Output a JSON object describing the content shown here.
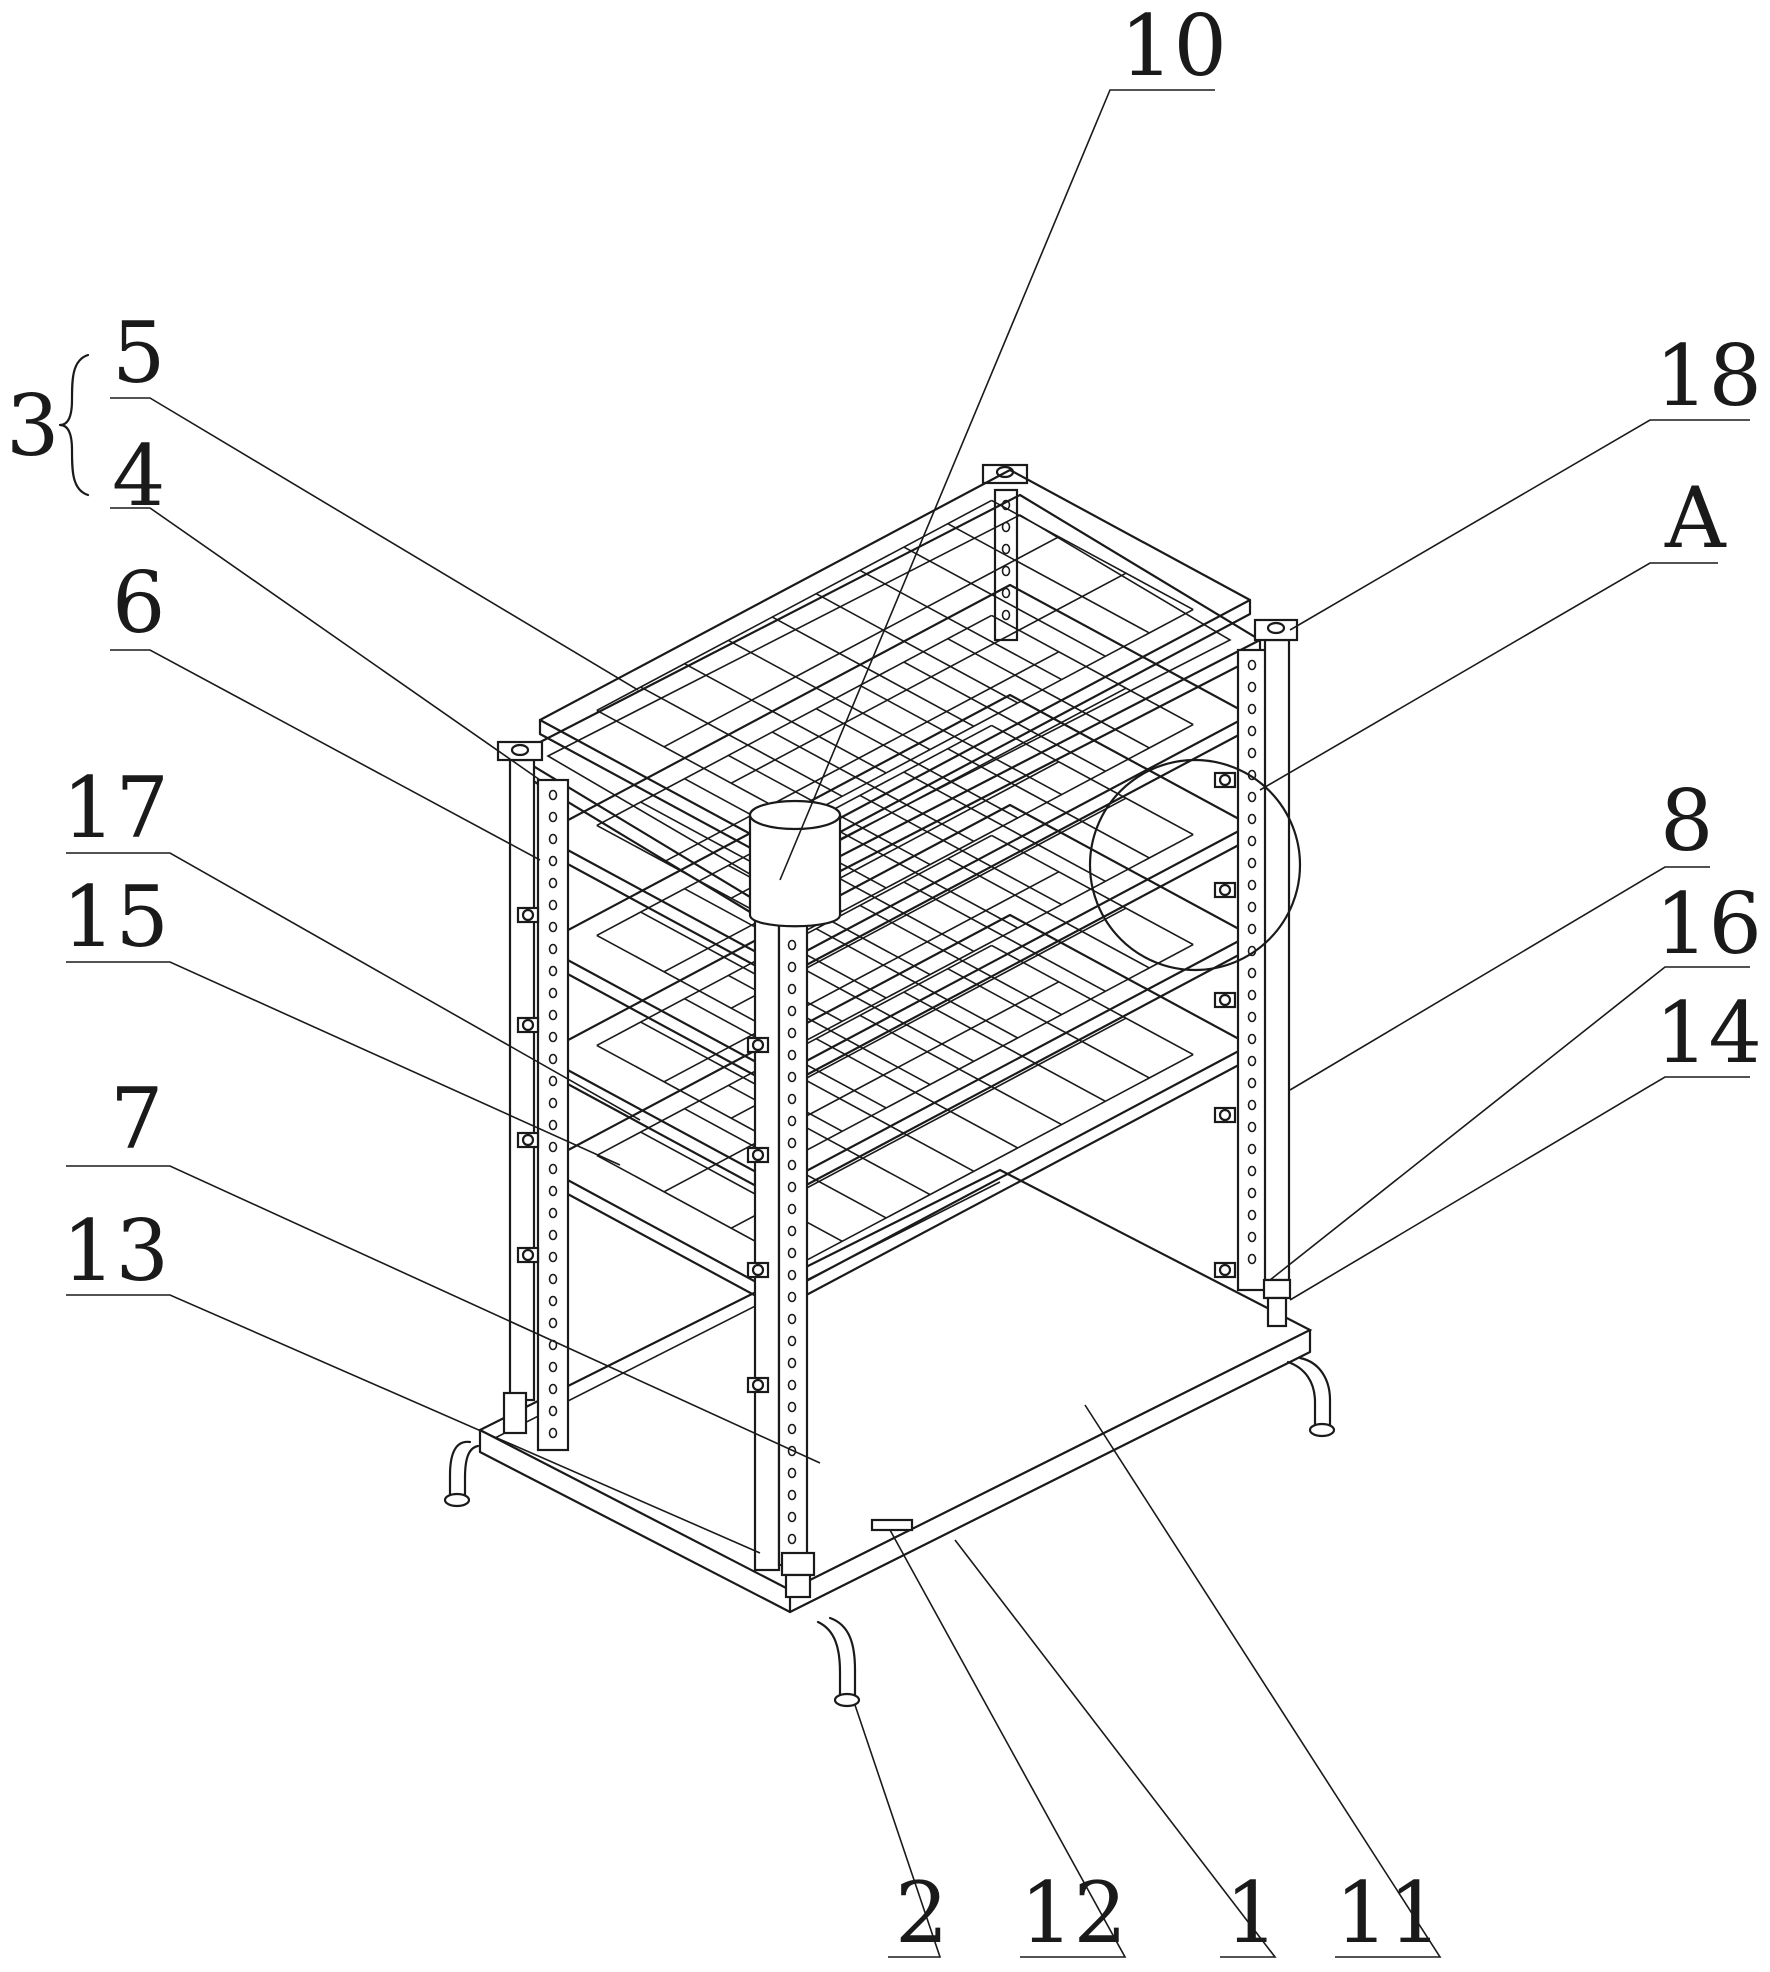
{
  "figure": {
    "labels": [
      {
        "id": "callout-10",
        "text": "10"
      },
      {
        "id": "callout-5",
        "text": "5"
      },
      {
        "id": "callout-4",
        "text": "4"
      },
      {
        "id": "callout-3",
        "text": "3"
      },
      {
        "id": "callout-6",
        "text": "6"
      },
      {
        "id": "callout-17",
        "text": "17"
      },
      {
        "id": "callout-15",
        "text": "15"
      },
      {
        "id": "callout-7",
        "text": "7"
      },
      {
        "id": "callout-13",
        "text": "13"
      },
      {
        "id": "callout-18",
        "text": "18"
      },
      {
        "id": "callout-A",
        "text": "A"
      },
      {
        "id": "callout-8",
        "text": "8"
      },
      {
        "id": "callout-16",
        "text": "16"
      },
      {
        "id": "callout-14",
        "text": "14"
      },
      {
        "id": "callout-2",
        "text": "2"
      },
      {
        "id": "callout-12",
        "text": "12"
      },
      {
        "id": "callout-1",
        "text": "1"
      },
      {
        "id": "callout-11",
        "text": "11"
      }
    ]
  }
}
